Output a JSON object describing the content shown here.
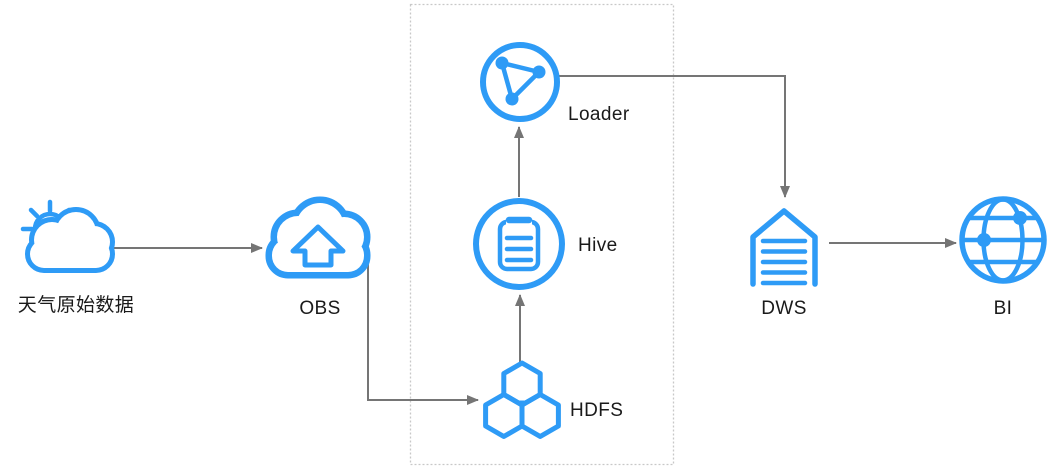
{
  "colors": {
    "accent": "#2e9bf6",
    "arrow": "#757575",
    "text": "#1a1a1a",
    "cluster_border": "#c8c8c8",
    "background": "#ffffff"
  },
  "diagram": {
    "type": "flow-diagram",
    "nodes": [
      {
        "id": "weather-raw-data",
        "label": "天气原始数据",
        "icon": "sun-cloud-icon"
      },
      {
        "id": "obs",
        "label": "OBS",
        "icon": "cloud-upload-icon"
      },
      {
        "id": "loader",
        "label": "Loader",
        "icon": "connected-nodes-icon"
      },
      {
        "id": "hive",
        "label": "Hive",
        "icon": "clipboard-icon"
      },
      {
        "id": "hdfs",
        "label": "HDFS",
        "icon": "hexagon-cluster-icon"
      },
      {
        "id": "dws",
        "label": "DWS",
        "icon": "warehouse-icon"
      },
      {
        "id": "bi",
        "label": "BI",
        "icon": "globe-icon"
      }
    ],
    "edges": [
      {
        "from": "weather-raw-data",
        "to": "obs"
      },
      {
        "from": "obs",
        "to": "hdfs"
      },
      {
        "from": "hdfs",
        "to": "hive"
      },
      {
        "from": "hive",
        "to": "loader"
      },
      {
        "from": "loader",
        "to": "dws"
      },
      {
        "from": "dws",
        "to": "bi"
      }
    ],
    "cluster": {
      "contains": [
        "loader",
        "hive",
        "hdfs"
      ]
    }
  }
}
